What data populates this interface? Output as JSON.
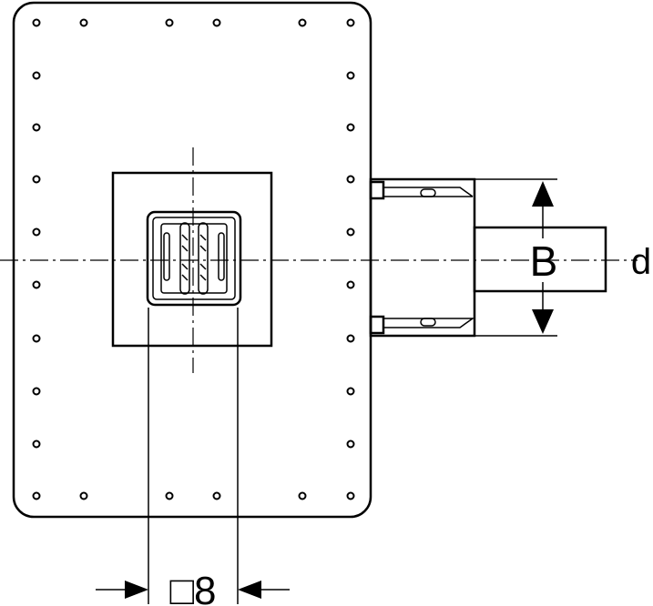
{
  "labels": {
    "height": "B",
    "diameter": "d",
    "square": "□8"
  },
  "colors": {
    "line": "#000000",
    "background": "#ffffff"
  }
}
